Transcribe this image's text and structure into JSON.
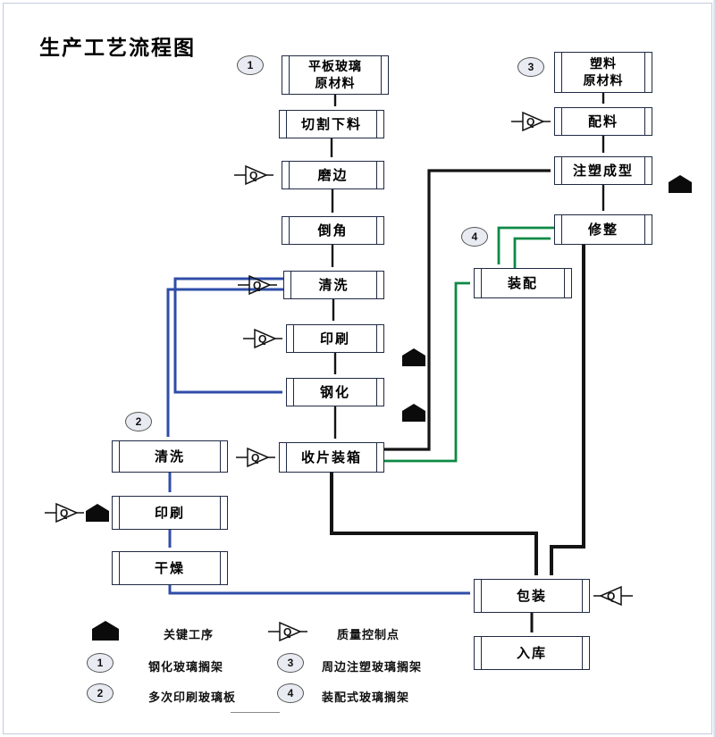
{
  "title": "生产工艺流程图",
  "markers": {
    "q": "Q",
    "circles": [
      "1",
      "2",
      "3",
      "4"
    ]
  },
  "nodes": {
    "flat_glass": "平板玻璃\n原材料",
    "cutting": "切割下料",
    "edging": "磨边",
    "chamfer": "倒角",
    "wash_main": "清洗",
    "print_main": "印刷",
    "temper": "钢化",
    "collect": "收片装箱",
    "wash_branch": "清洗",
    "print_branch": "印刷",
    "dry": "干燥",
    "plastic": "塑料\n原材料",
    "batching": "配料",
    "injection": "注塑成型",
    "trimming": "修整",
    "assembly": "装配",
    "packing": "包装",
    "warehouse": "入库"
  },
  "legend": {
    "key_process": "关键工序",
    "quality_point": "质量控制点",
    "item1": "钢化玻璃搁架",
    "item2": "多次印刷玻璃板",
    "item3": "周边注塑玻璃搁架",
    "item4": "装配式玻璃搁架"
  },
  "colors": {
    "black": "#141414",
    "blue": "#2f4da8",
    "green": "#0d8a45",
    "box_border": "#1f2a44"
  }
}
